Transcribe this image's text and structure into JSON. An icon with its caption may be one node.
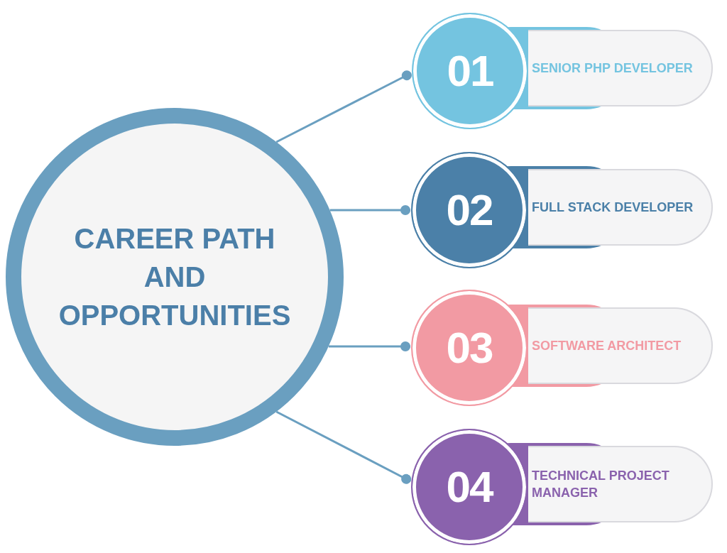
{
  "diagram": {
    "nodes": [
      {
        "text": [
          "CAREER PATH AND OPPORTUNITIES"
        ]
      },
      {
        "text": [
          "01"
        ]
      },
      {
        "text": [
          "SENIOR PHP DEVELOPER"
        ]
      },
      {
        "text": [
          "02"
        ]
      },
      {
        "text": [
          "FULL STACK DEVELOPER"
        ]
      },
      {
        "text": [
          "03"
        ]
      },
      {
        "text": [
          "SOFTWARE ARCHITECT"
        ]
      },
      {
        "text": [
          "04"
        ]
      },
      {
        "text": [
          "TECHNICAL PROJECT MANAGER"
        ]
      }
    ],
    "edges": [
      {
        "from": 0,
        "to": 1,
        "arrow": "other"
      },
      {
        "from": 0,
        "to": 3,
        "arrow": "other"
      },
      {
        "from": 0,
        "to": 5,
        "arrow": "other"
      },
      {
        "from": 0,
        "to": 7,
        "arrow": "other"
      }
    ]
  }
}
